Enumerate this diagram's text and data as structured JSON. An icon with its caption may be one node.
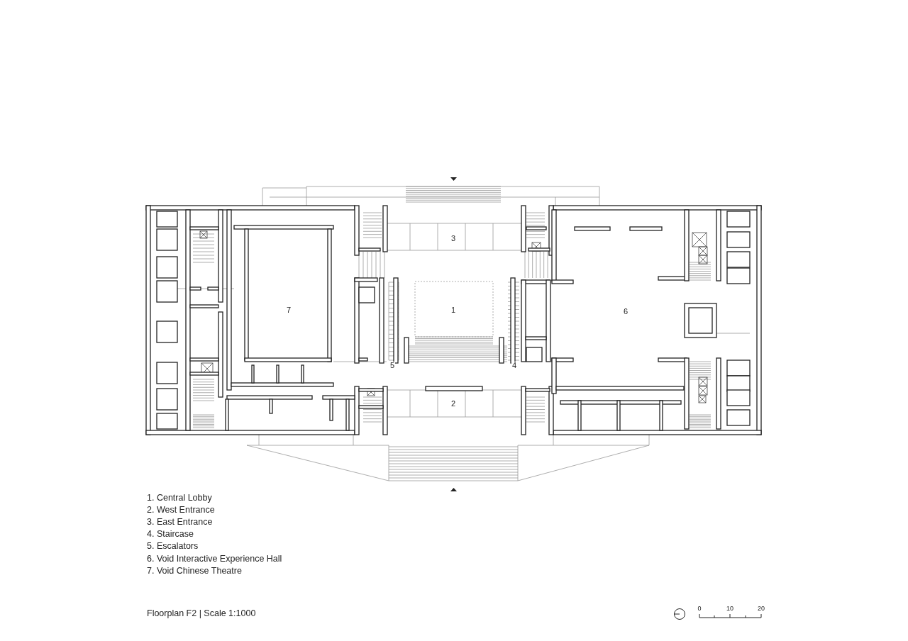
{
  "diagram": {
    "caption": "Floorplan F2 | Scale 1:1000",
    "labels": [
      "3",
      "7",
      "1",
      "6",
      "5",
      "4",
      "2",
      "1. Central Lobby",
      "2. West Entrance",
      "3. East Entrance",
      "4. Staircase",
      "5. Escalators",
      "6. Void Interactive Experience Hall",
      "7. Void Chinese Theatre",
      "0",
      "10",
      "20"
    ]
  }
}
